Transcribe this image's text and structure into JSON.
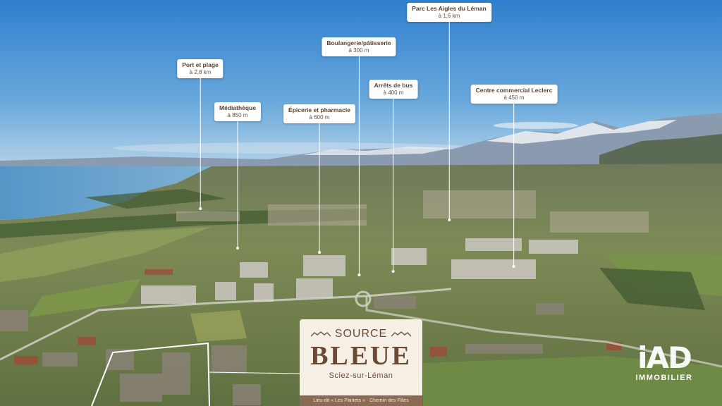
{
  "pois": [
    {
      "name": "Port et plage",
      "distance": "à 2,8 km"
    },
    {
      "name": "Médiathèque",
      "distance": "à 850 m"
    },
    {
      "name": "Épicerie et pharmacie",
      "distance": "à 600 m"
    },
    {
      "name": "Boulangerie/pâtisserie",
      "distance": "à 300 m"
    },
    {
      "name": "Arrêts de bus",
      "distance": "à 400 m"
    },
    {
      "name": "Parc Les Aigles du Léman",
      "distance": "à 1,6 km"
    },
    {
      "name": "Centre commercial Leclerc",
      "distance": "à 450 m"
    }
  ],
  "logo": {
    "top": "SOURCE",
    "main": "BLEUE",
    "city": "Sciez-sur-Léman",
    "footer": "Lieu-dit « Les Pantets » - Chemin des Filles"
  },
  "brand": {
    "mark": "iAD",
    "text": "IMMOBILIER"
  },
  "colors": {
    "sky": "#3f8fd6",
    "lake": "#5a9ccc",
    "card_bg": "#f5efe6",
    "card_text": "#6b4a34",
    "label_text": "#5a4030"
  }
}
